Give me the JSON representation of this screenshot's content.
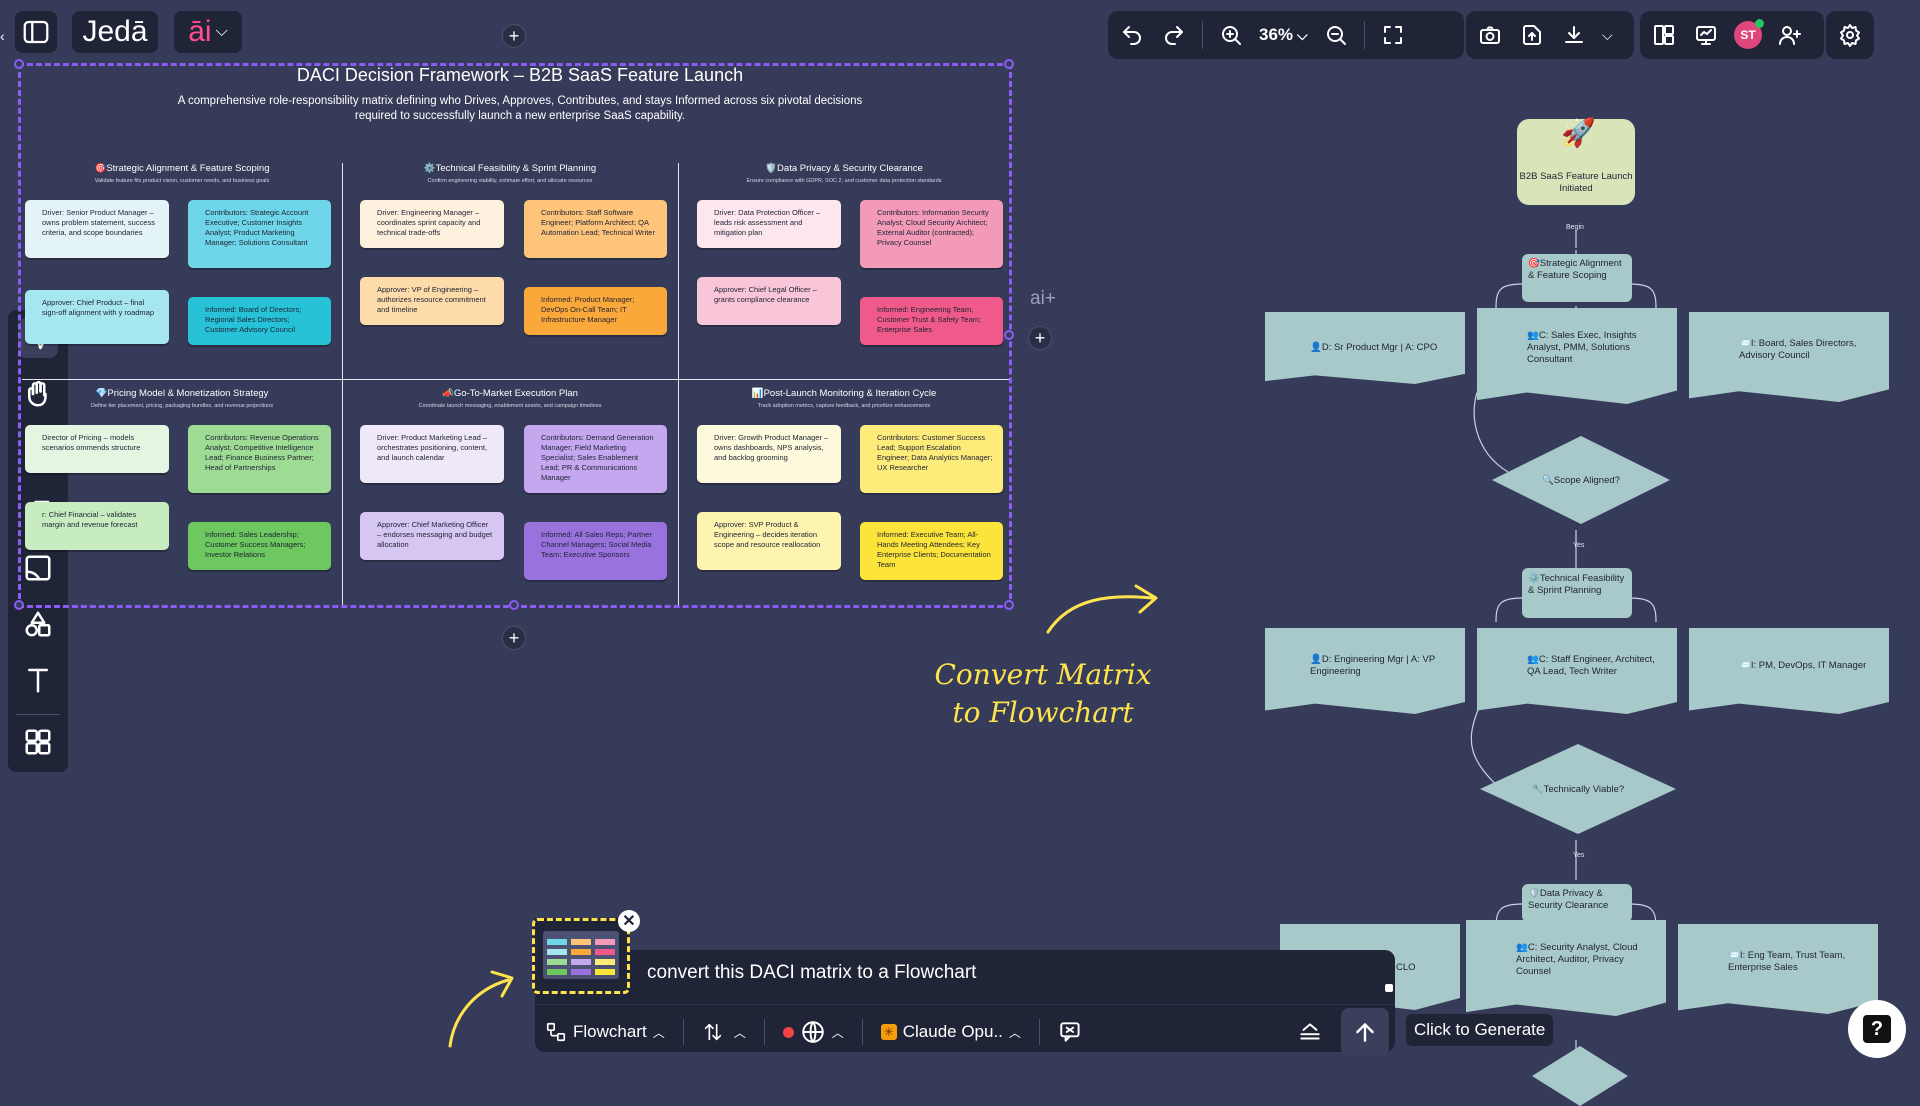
{
  "header": {
    "brand": "Jedā",
    "ai_label": "āi",
    "zoom": "36%"
  },
  "avatar_initials": "ST",
  "matrix": {
    "title": "DACI Decision Framework – B2B SaaS Feature Launch",
    "subtitle": "A comprehensive role-responsibility matrix defining who Drives, Approves, Contributes, and stays Informed across six pivotal decisions required to successfully launch a new enterprise SaaS capability.",
    "sections": [
      {
        "title": "🎯Strategic Alignment & Feature Scoping",
        "sub": "Validate feature fits product vision, customer needs, and business goals",
        "driver": "Driver: Senior Product Manager – owns problem statement, success criteria, and scope boundaries",
        "contributors": "Contributors: Strategic Account Executive; Customer Insights Analyst; Product Marketing Manager; Solutions Consultant",
        "approver": "Approver: Chief Product – final sign-off alignment with y roadmap",
        "informed": "Informed: Board of Directors; Regional Sales Directors; Customer Advisory Council"
      },
      {
        "title": "⚙️Technical Feasibility & Sprint Planning",
        "sub": "Confirm engineering viability, estimate effort, and allocate resources",
        "driver": "Driver: Engineering Manager – coordinates sprint capacity and technical trade-offs",
        "contributors": "Contributors: Staff Software Engineer; Platform Architect; QA Automation Lead; Technical Writer",
        "approver": "Approver: VP of Engineering – authorizes resource commitment and timeline",
        "informed": "Informed: Product Manager; DevOps On-Call Team; IT Infrastructure Manager"
      },
      {
        "title": "🛡️Data Privacy & Security Clearance",
        "sub": "Ensure compliance with GDPR, SOC 2, and customer data protection standards",
        "driver": "Driver: Data Protection Officer – leads risk assessment and mitigation plan",
        "contributors": "Contributors: Information Security Analyst; Cloud Security Architect; External Auditor (contracted); Privacy Counsel",
        "approver": "Approver: Chief Legal Officer – grants compliance clearance",
        "informed": "Informed: Engineering Team; Customer Trust & Safety Team; Enterprise Sales"
      },
      {
        "title": "💎Pricing Model & Monetization Strategy",
        "sub": "Define tier placement, pricing, packaging bundles, and revenue projections",
        "driver": "Director of Pricing – models scenarios ommends structure",
        "contributors": "Contributors: Revenue Operations Analyst; Competitive Intelligence Lead; Finance Business Partner; Head of Partnerships",
        "approver": "r: Chief Financial – validates margin and revenue forecast",
        "informed": "Informed: Sales Leadership; Customer Success Managers; Investor Relations"
      },
      {
        "title": "📣Go-To-Market Execution Plan",
        "sub": "Coordinate launch messaging, enablement assets, and campaign timelines",
        "driver": "Driver: Product Marketing Lead – orchestrates positioning, content, and launch calendar",
        "contributors": "Contributors: Demand Generation Manager; Field Marketing Specialist; Sales Enablement Lead; PR & Communications Manager",
        "approver": "Approver: Chief Marketing Officer – endorses messaging and budget allocation",
        "informed": "Informed: All Sales Reps; Partner Channel Managers; Social Media Team; Executive Sponsors"
      },
      {
        "title": "📊Post-Launch Monitoring & Iteration Cycle",
        "sub": "Track adoption metrics, capture feedback, and prioritize enhancements",
        "driver": "Driver: Growth Product Manager – owns dashboards, NPS analysis, and backlog grooming",
        "contributors": "Contributors: Customer Success Lead; Support Escalation Engineer; Data Analytics Manager; UX Researcher",
        "approver": "Approver: SVP Product & Engineering – decides iteration scope and resource reallocation",
        "informed": "Informed: Executive Team; All-Hands Meeting Attendees; Key Enterprise Clients; Documentation Team"
      }
    ]
  },
  "annotation": "Convert Matrix to Flowchart",
  "ai_plus": "ai+",
  "flowchart": {
    "start": "B2B SaaS Feature Launch Initiated",
    "begin_label": "Begin",
    "stage1": "🎯Strategic Alignment & Feature Scoping",
    "s1_left": "👤D: Sr Product Mgr | A: CPO",
    "s1_mid": "👥C: Sales Exec, Insights Analyst, PMM, Solutions Consultant",
    "s1_right": "📨I: Board, Sales Directors, Advisory Council",
    "decision1": "🔍Scope Aligned?",
    "yes1": "Yes",
    "stage2": "⚙️Technical Feasibility & Sprint Planning",
    "s2_left": "👤D: Engineering Mgr | A: VP Engineering",
    "s2_mid": "👥C: Staff Engineer, Architect, QA Lead, Tech Writer",
    "s2_right": "📨I: PM, DevOps, IT Manager",
    "decision2": "🔧Technically Viable?",
    "yes2": "Yes",
    "stage3": "🛡️Data Privacy & Security Clearance",
    "s3_left": "CLO",
    "s3_mid": "👥C: Security Analyst, Cloud Architect, Auditor, Privacy Counsel",
    "s3_right": "📨I: Eng Team, Trust Team, Enterprise Sales"
  },
  "prompt": {
    "text": "convert this DACI matrix to a Flowchart",
    "mode": "Flowchart",
    "model": "Claude Opu..",
    "generate_tooltip": "Click to Generate"
  },
  "colors": {
    "canvas": "#363b59",
    "panel": "#202437",
    "selection": "#8b5cf6",
    "highlight": "#ffe34d",
    "flow_node": "#a8c9ca"
  }
}
